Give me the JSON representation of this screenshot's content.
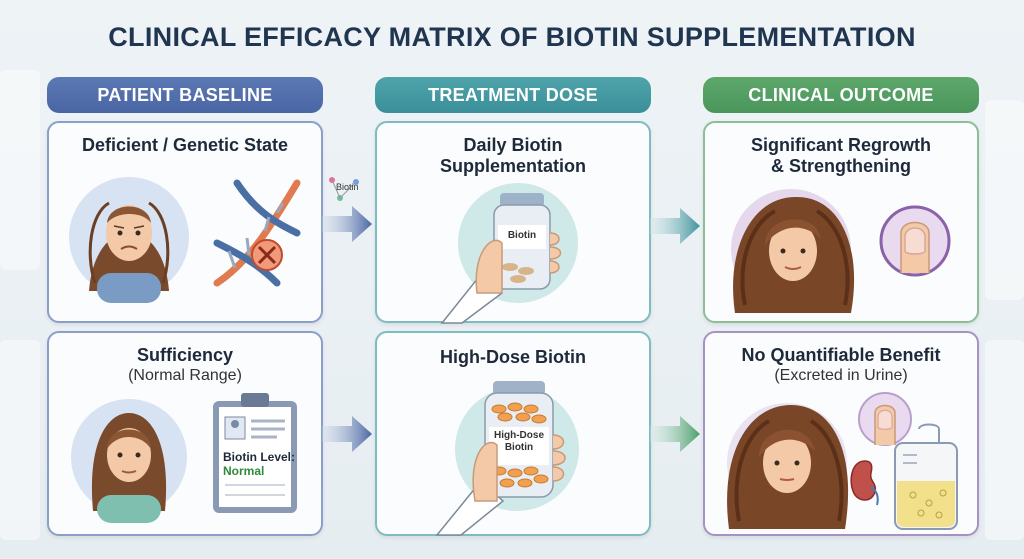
{
  "title": "CLINICAL EFFICACY MATRIX OF BIOTIN SUPPLEMENTATION",
  "columns": {
    "baseline": "PATIENT BASELINE",
    "dose": "TREATMENT DOSE",
    "outcome": "CLINICAL OUTCOME"
  },
  "row1": {
    "baseline_title": "Deficient / Genetic State",
    "molecule_label": "Biotin",
    "dose_title_line1": "Daily Biotin",
    "dose_title_line2": "Supplementation",
    "bottle_label": "Biotin",
    "outcome_title_line1": "Significant Regrowth",
    "outcome_title_line2": "& Strengthening"
  },
  "row2": {
    "baseline_title": "Sufficiency",
    "baseline_sub": "(Normal Range)",
    "clipboard_label": "Biotin Level:",
    "clipboard_value": "Normal",
    "dose_title": "High-Dose Biotin",
    "bottle_label_line1": "High-Dose",
    "bottle_label_line2": "Biotin",
    "outcome_title": "No Quantifiable Benefit",
    "outcome_sub": "(Excreted in Urine)"
  },
  "colors": {
    "baseline": "#4f6ca8",
    "dose": "#4299a1",
    "outcome": "#52a062",
    "normal_text": "#2e8b3a"
  },
  "icons": [
    "dna-icon",
    "molecule-icon",
    "hand-bottle-icon",
    "nail-icon",
    "clipboard-icon",
    "kidney-icon",
    "urine-bag-icon"
  ]
}
